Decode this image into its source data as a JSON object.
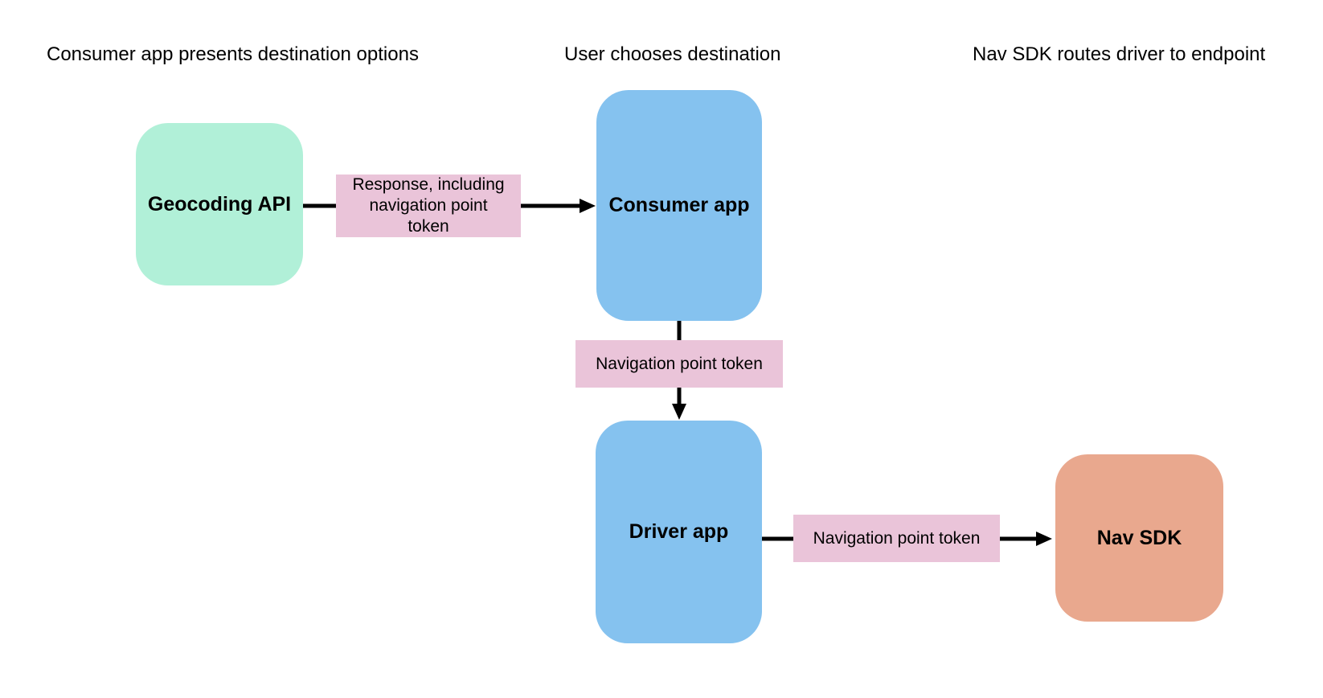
{
  "diagram": {
    "type": "flowchart",
    "background": "#ffffff",
    "lane_headers": [
      "Consumer app presents destination options",
      "User chooses destination",
      "Nav SDK routes driver to endpoint"
    ],
    "nodes": {
      "geocoding_api": {
        "label": "Geocoding API",
        "fill": "#b1f0d8"
      },
      "consumer_app": {
        "label": "Consumer app",
        "fill": "#85c2ef"
      },
      "driver_app": {
        "label": "Driver app",
        "fill": "#85c2ef"
      },
      "nav_sdk": {
        "label": "Nav SDK",
        "fill": "#e9a88e"
      }
    },
    "edges": {
      "geocoding_to_consumer": {
        "from": "Geocoding API",
        "to": "Consumer app",
        "label": "Response, including navigation point token"
      },
      "consumer_to_driver": {
        "from": "Consumer app",
        "to": "Driver app",
        "label": "Navigation point token"
      },
      "driver_to_navsdk": {
        "from": "Driver app",
        "to": "Nav SDK",
        "label": "Navigation point token"
      }
    },
    "colors": {
      "edge_label_bg": "#eac4d9",
      "arrow": "#000000",
      "text": "#000000"
    }
  }
}
